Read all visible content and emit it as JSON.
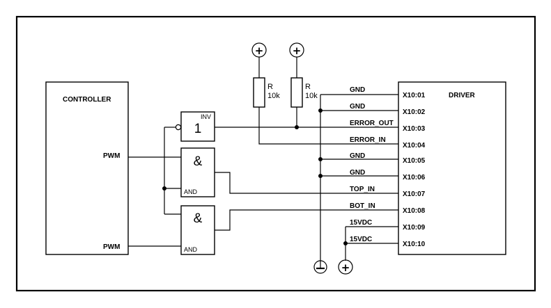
{
  "controller": {
    "title": "CONTROLLER",
    "pwm_top": "PWM",
    "pwm_bottom": "PWM"
  },
  "driver": {
    "title": "DRIVER",
    "pins": [
      "X10:01",
      "X10:02",
      "X10:03",
      "X10:04",
      "X10:05",
      "X10:06",
      "X10:07",
      "X10:08",
      "X10:09",
      "X10:10"
    ],
    "signals": [
      "GND",
      "GND",
      "ERROR_OUT",
      "ERROR_IN",
      "GND",
      "GND",
      "TOP_IN",
      "BOT_IN",
      "15VDC",
      "15VDC"
    ]
  },
  "inverter": {
    "symbol": "1",
    "label": "INV"
  },
  "and_top": {
    "symbol": "&",
    "label": "AND"
  },
  "and_bottom": {
    "symbol": "&",
    "label": "AND"
  },
  "resistor_1": {
    "name": "R",
    "value": "10k"
  },
  "resistor_2": {
    "name": "R",
    "value": "10k"
  },
  "supply_symbol": "+"
}
